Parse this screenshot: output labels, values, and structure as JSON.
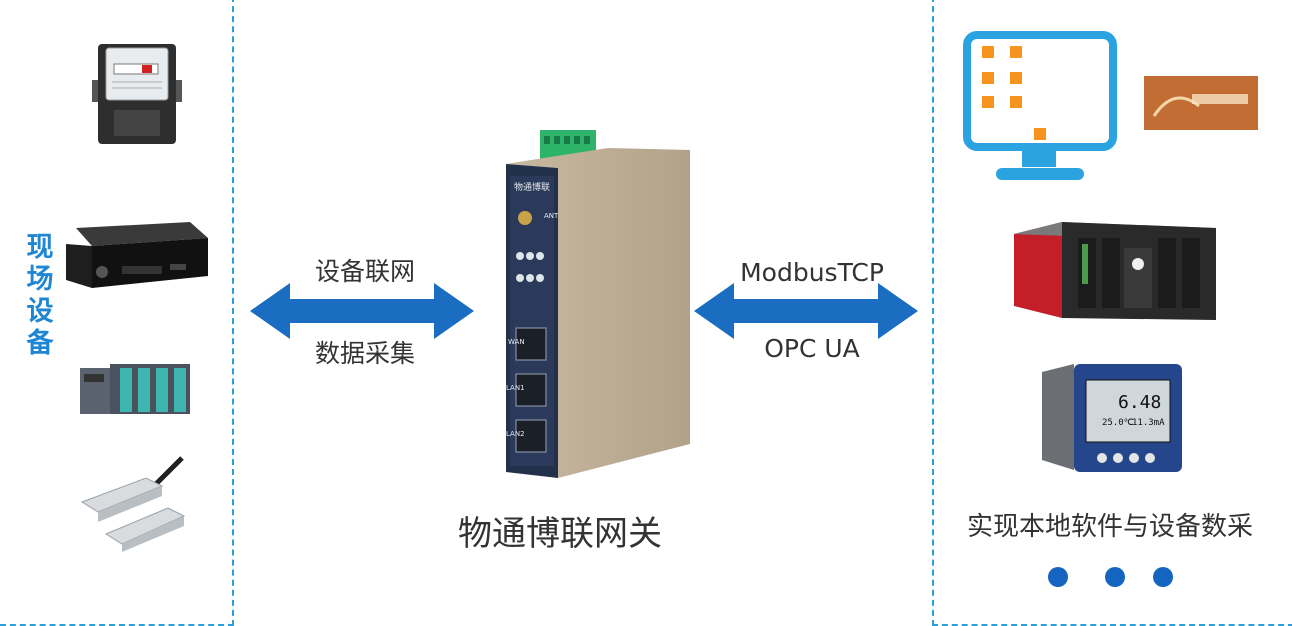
{
  "left_panel": {
    "title_chars": [
      "现",
      "场",
      "设",
      "备"
    ],
    "devices": [
      "electric-meter-icon",
      "dvr-box-icon",
      "plc-module-icon",
      "door-sensor-icon"
    ]
  },
  "left_link": {
    "top_label": "设备联网",
    "bottom_label": "数据采集"
  },
  "gateway": {
    "title": "物通博联网关",
    "brand": "物通博联",
    "ports": [
      "WAN",
      "LAN1",
      "LAN2"
    ],
    "ant_label": "ANT"
  },
  "right_link": {
    "top_label": "ModbusTCP",
    "bottom_label": "OPC UA"
  },
  "right_panel": {
    "caption": "实现本地软件与设备数采",
    "devices": [
      "monitor-icon",
      "software-banner-icon",
      "plc-rack-icon",
      "meter-controller-icon"
    ],
    "controller_display": {
      "value": "6.48",
      "line2": "25.0℃",
      "line3": "11.3mA"
    },
    "more_dots": 3
  },
  "colors": {
    "accent": "#1e86d2",
    "dash": "#2b9fd9",
    "arrow": "#1a6dc0",
    "monitor": "#2aa3e0",
    "monitor_tiles": "#f7941d",
    "dot": "#1565c0"
  }
}
